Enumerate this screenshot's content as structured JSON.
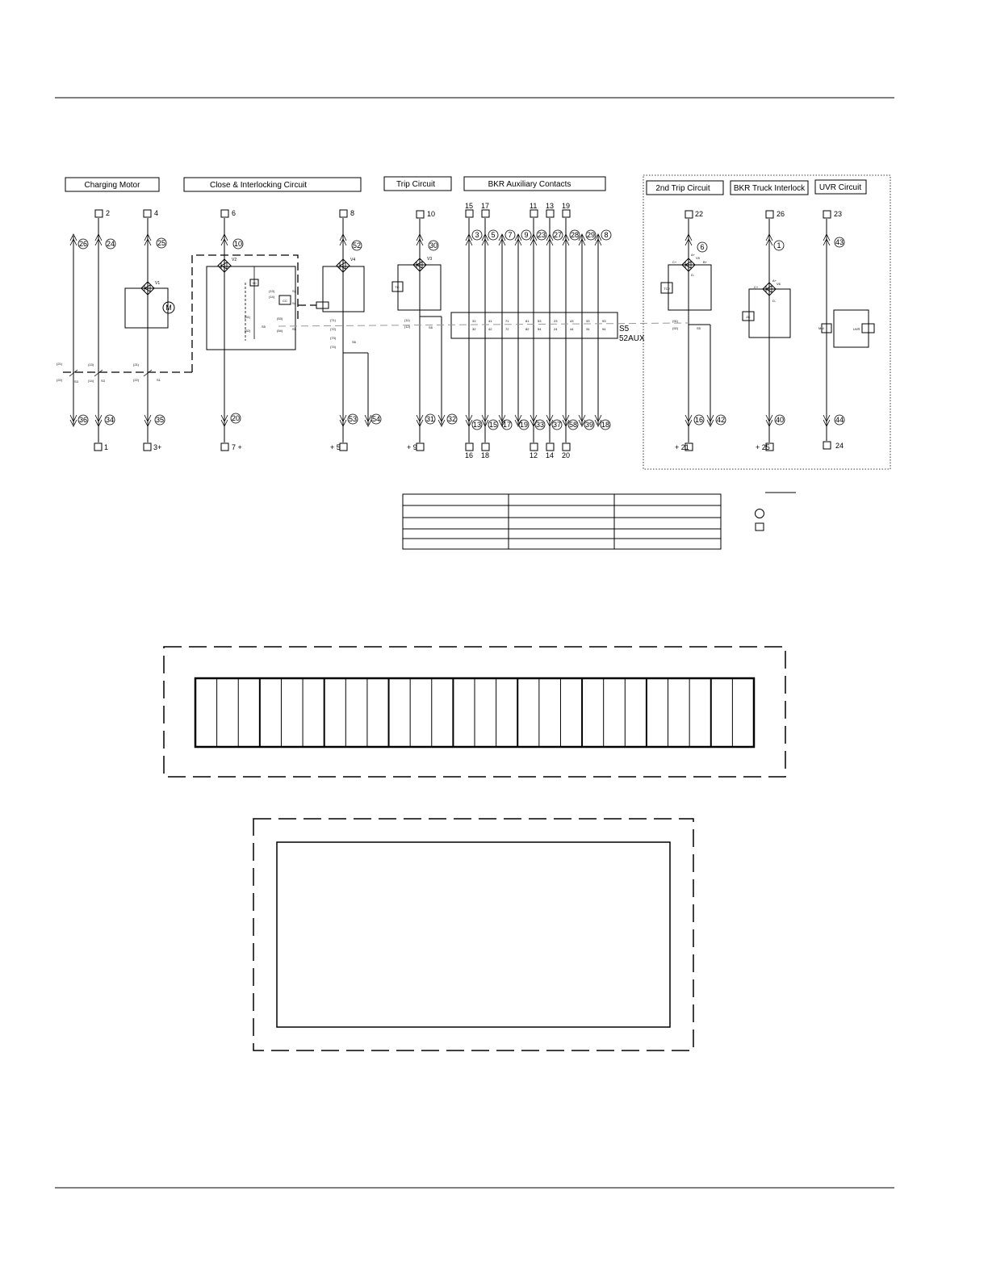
{
  "sections": {
    "charging_motor": "Charging Motor",
    "close_interlock": "Close & Interlocking Circuit",
    "trip": "Trip Circuit",
    "aux": "BKR Auxiliary Contacts",
    "trip2": "2nd Trip Circuit",
    "truck": "BKR Truck Interlock",
    "uvr": "UVR Circuit"
  },
  "top_terminals": [
    "2",
    "4",
    "6",
    "8",
    "10",
    "15",
    "17",
    "11",
    "13",
    "19",
    "22",
    "26",
    "23"
  ],
  "bottom_terminals": [
    "1",
    "3+",
    "7 +",
    "+ 5",
    "+ 9",
    "16",
    "18",
    "12",
    "14",
    "20",
    "+ 21",
    "+ 25",
    "24"
  ],
  "top_wires": [
    "26",
    "24",
    "25",
    "10",
    "52",
    "30",
    "3",
    "5",
    "7",
    "9",
    "23",
    "27",
    "28",
    "29",
    "8",
    "6",
    "1",
    "43"
  ],
  "bottom_wires": [
    "36",
    "34",
    "35",
    "20",
    "53",
    "54",
    "31",
    "32",
    "13",
    "15",
    "17",
    "19",
    "33",
    "37",
    "58",
    "39",
    "18",
    "16",
    "42",
    "40",
    "44"
  ],
  "device_labels": {
    "motor": "M",
    "close_coil": "CC",
    "trip_coil": "TC",
    "trip_coil2": "TC2",
    "truck_coil": "ZC",
    "uvr_a": "MM",
    "uvr_b": "UVR",
    "s5": "S5",
    "s52aux": "52AUX",
    "v1": "V1",
    "v2": "V2",
    "v3": "V3",
    "v4": "V4",
    "v5": "V5",
    "v6": "V6",
    "s1": "S1",
    "s2": "S2",
    "s3": "S3",
    "s4": "S4",
    "s6": "S6",
    "y0": "Y0",
    "c_plus": "C+",
    "b_plus": "B+",
    "d_minus": "D-",
    "a_plus": "A+"
  },
  "contact_numbers": {
    "s3_top": "(21)",
    "s3_bot": "(22)",
    "s3b_top": "(13)",
    "s3b_bot": "(14)",
    "s1_top": "(21)",
    "s1_bot": "(22)",
    "cc_13": "(13)",
    "cc_14": "(14)",
    "c51": "(51)",
    "c52": "(52)",
    "c53": "(53)",
    "c54": "(54)",
    "t11": "(11)",
    "t12": "(12)",
    "t71": "(71)",
    "t72": "(72)",
    "t73": "(73)",
    "t74": "(74)",
    "t91": "(91)",
    "t92": "(92)",
    "aux_top": [
      "31",
      "41",
      "71",
      "81",
      "53",
      "23",
      "43",
      "33",
      "93"
    ],
    "aux_bot": [
      "32",
      "42",
      "72",
      "82",
      "54",
      "24",
      "44",
      "34",
      "94"
    ]
  },
  "terminal_strip_cells": 26
}
